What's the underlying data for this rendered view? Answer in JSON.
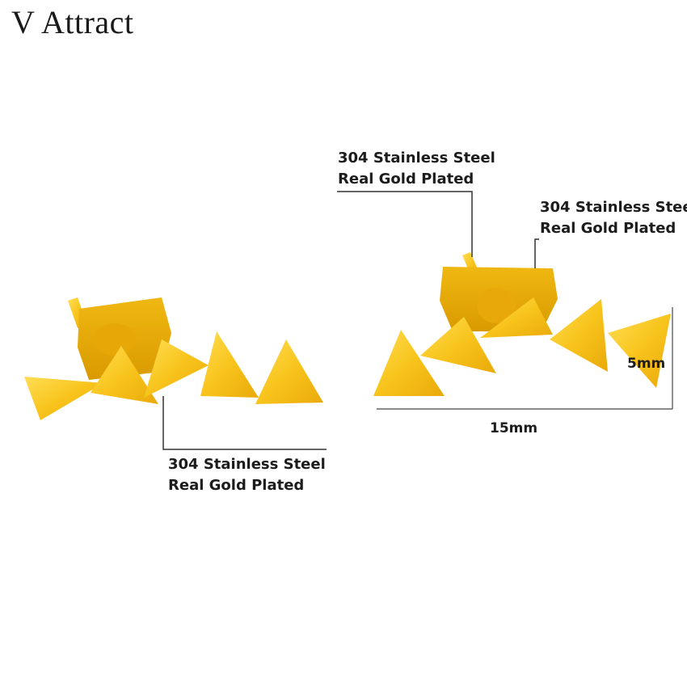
{
  "brand": {
    "name": "V Attract"
  },
  "callouts": {
    "top": {
      "line1": "304 Stainless Steel",
      "line2": "Real Gold Plated"
    },
    "right": {
      "line1": "304 Stainless Stee",
      "line2": "Real Gold Plated"
    },
    "bottom": {
      "line1": "304 Stainless Steel",
      "line2": "Real Gold Plated"
    }
  },
  "dimensions": {
    "width": "15mm",
    "height": "5mm"
  },
  "colors": {
    "gold": "#f7c21a",
    "gold_light": "#ffd84a",
    "gold_dark": "#e0a000",
    "leader": "#333333",
    "background": "#ffffff"
  }
}
